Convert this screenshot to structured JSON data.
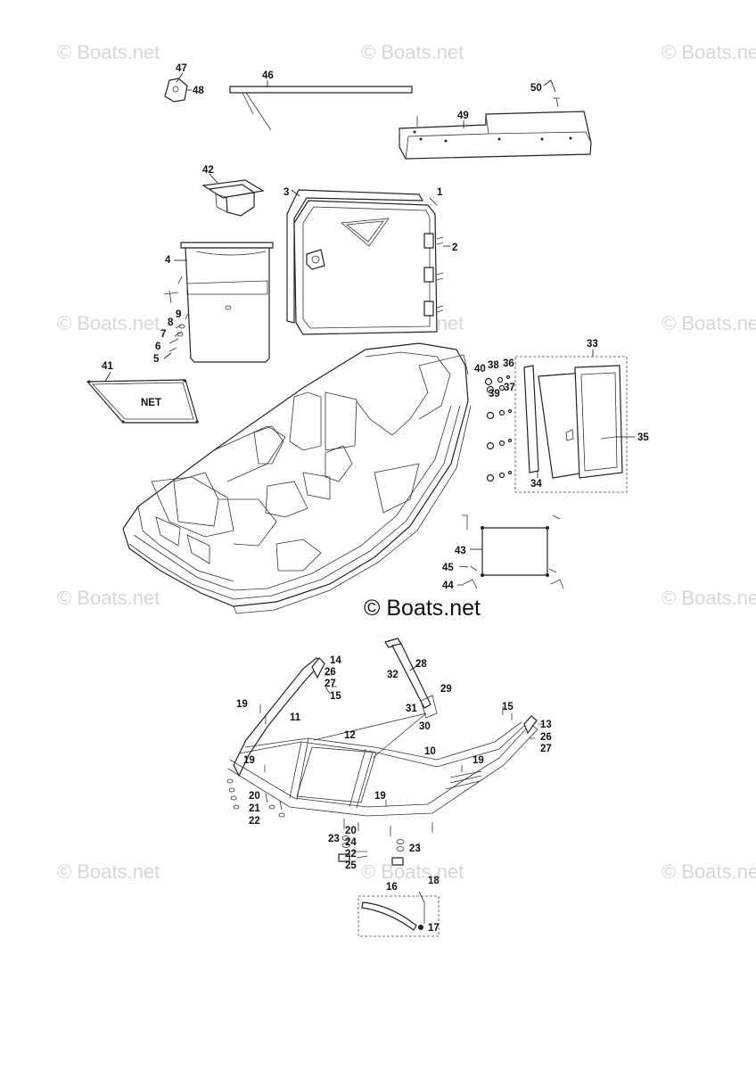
{
  "watermark_text": "© Boats.net",
  "center_watermark_text": "© Boats.net",
  "net_label": "NET",
  "callouts": {
    "c1": "1",
    "c2": "2",
    "c3": "3",
    "c4": "4",
    "c5": "5",
    "c6": "6",
    "c7": "7",
    "c8": "8",
    "c9": "9",
    "c10": "10",
    "c11": "11",
    "c12": "12",
    "c13": "13",
    "c14": "14",
    "c15": "15",
    "c15b": "15",
    "c16": "16",
    "c17": "17",
    "c18": "18",
    "c19a": "19",
    "c19b": "19",
    "c19c": "19",
    "c19d": "19",
    "c20a": "20",
    "c20b": "20",
    "c21": "21",
    "c22a": "22",
    "c22b": "22",
    "c23a": "23",
    "c23b": "23",
    "c24": "24",
    "c25": "25",
    "c26a": "26",
    "c26b": "26",
    "c27a": "27",
    "c27b": "27",
    "c28": "28",
    "c29": "29",
    "c30": "30",
    "c31": "31",
    "c32": "32",
    "c33": "33",
    "c34": "34",
    "c35": "35",
    "c36": "36",
    "c37": "37",
    "c38": "38",
    "c39": "39",
    "c40": "40",
    "c41": "41",
    "c42": "42",
    "c43": "43",
    "c44": "44",
    "c45": "45",
    "c46": "46",
    "c47": "47",
    "c48": "48",
    "c49": "49",
    "c50": "50"
  }
}
